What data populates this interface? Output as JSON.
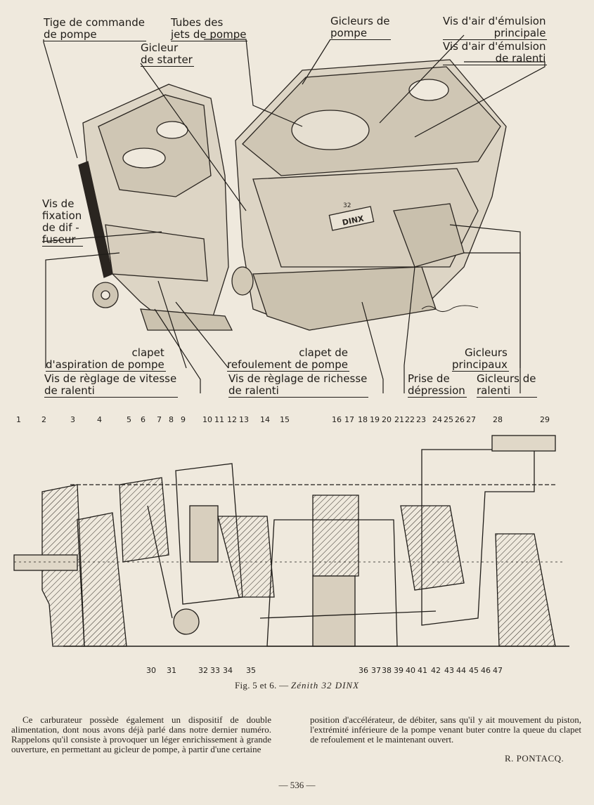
{
  "figure_top": {
    "labels": {
      "tige": [
        "Tige de commande",
        "de pompe"
      ],
      "tubes": [
        "Tubes des",
        "jets de pompe"
      ],
      "gicleurs_pompe": [
        "Gicleurs de",
        "pompe"
      ],
      "vis_emulsion": [
        "Vis d'air d'émulsion",
        "principale"
      ],
      "vis_ralenti_air": [
        "Vis d'air d'émulsion",
        "de ralenti"
      ],
      "starter": [
        "Gicleur",
        "de starter"
      ],
      "fixation": [
        "Vis de",
        "fixation",
        "de dif -",
        "fuseur"
      ],
      "clapet_asp": [
        "clapet",
        "d'aspiration de pompe"
      ],
      "clapet_ref": [
        "clapet de",
        "refoulement de pompe"
      ],
      "gicleurs_princ": [
        "Gicleurs",
        "principaux"
      ],
      "vis_vitesse": [
        "Vis de règlage de vitesse",
        "de ralenti"
      ],
      "vis_richesse": [
        "Vis de règlage de richesse",
        "de ralenti"
      ],
      "prise": [
        "Prise de",
        "dépression"
      ],
      "gicleurs_ralenti": [
        "Gicleurs de",
        "ralenti"
      ]
    },
    "engraving_text": "DINX",
    "engraving_num": "32"
  },
  "figure_bottom": {
    "top_numbers": [
      "1",
      "2",
      "3",
      "4",
      "5",
      "6",
      "7",
      "8",
      "9",
      "10",
      "11",
      "12",
      "13",
      "14",
      "15",
      "16",
      "17",
      "18",
      "19",
      "20",
      "21",
      "22",
      "23",
      "24",
      "25",
      "26",
      "27",
      "28",
      "29"
    ],
    "bottom_numbers": [
      "30",
      "31",
      "32",
      "33",
      "34",
      "35",
      "36",
      "37",
      "38",
      "39",
      "40",
      "41",
      "42",
      "43",
      "44",
      "45",
      "46",
      "47"
    ]
  },
  "caption": {
    "prefix": "Fig. 5 et 6. —",
    "title": "Zénith 32 DINX"
  },
  "article": {
    "col1": "Ce carburateur possède également un dispositif de double alimentation, dont nous avons déjà parlé dans notre dernier numéro. Rappelons qu'il consiste à provoquer un léger enrichissement à grande ouverture, en permettant au gicleur de pompe, à partir d'une certaine",
    "col2": "position d'accélérateur, de débiter, sans qu'il y ait mouvement du piston, l'extrémité inférieure de la pompe venant buter contre la queue du clapet de refoulement et le maintenant ouvert.",
    "author": "R. PONTACQ."
  },
  "page_number": "— 536 —",
  "colors": {
    "paper": "#efe9dd",
    "ink": "#1f1c18"
  }
}
